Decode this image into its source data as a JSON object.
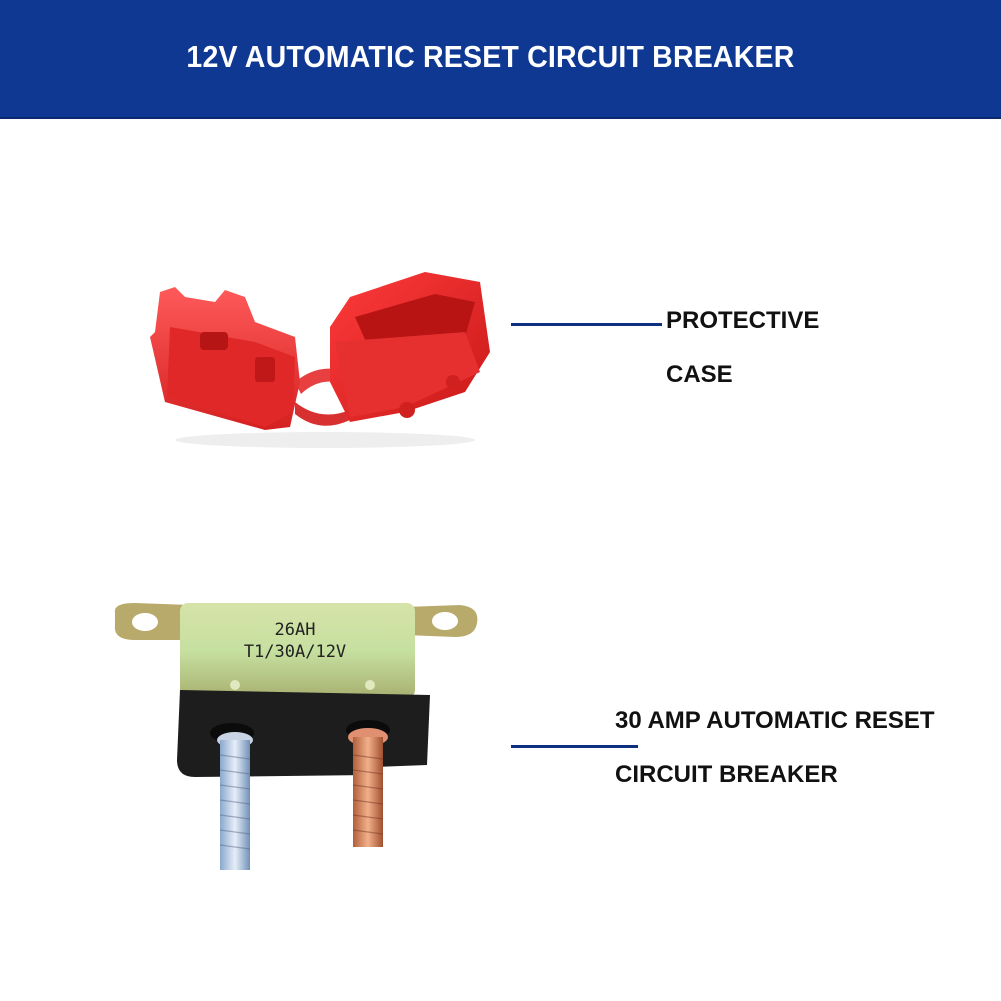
{
  "header": {
    "title": "12V AUTOMATIC RESET CIRCUIT BREAKER",
    "background_color": "#0f3893"
  },
  "callouts": [
    {
      "lines": [
        "PROTECTIVE",
        "CASE"
      ],
      "leader_color": "#0f3080",
      "image": "red-protective-case"
    },
    {
      "lines": [
        "30 AMP AUTOMATIC RESET",
        "CIRCUIT BREAKER"
      ],
      "leader_color": "#0f3080",
      "image": "circuit-breaker"
    }
  ],
  "breaker_markings": {
    "line1": "26AH",
    "line2": "T1/30A/12V"
  }
}
